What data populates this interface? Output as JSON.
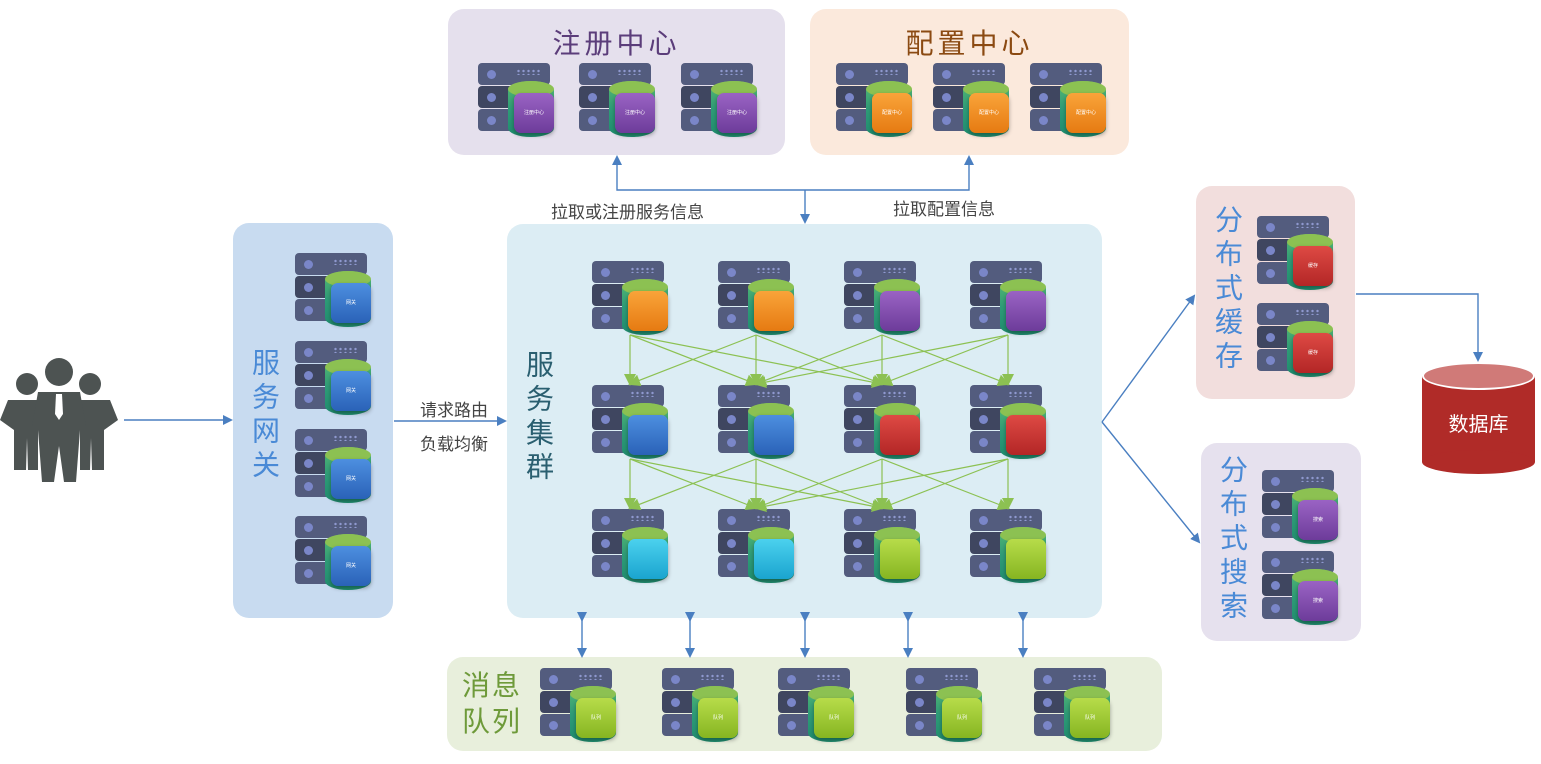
{
  "title": "微服务架构图",
  "registry": {
    "title": "注册中心",
    "color": "#5b3d7a",
    "bg": "#e5e0ed",
    "servers": [
      {
        "chip": "purple",
        "label": "注册中心"
      },
      {
        "chip": "purple",
        "label": "注册中心"
      },
      {
        "chip": "purple",
        "label": "注册中心"
      }
    ]
  },
  "config": {
    "title": "配置中心",
    "color": "#8b4a12",
    "bg": "#fbe9dc",
    "servers": [
      {
        "chip": "orange",
        "label": "配置中心"
      },
      {
        "chip": "orange",
        "label": "配置中心"
      },
      {
        "chip": "orange",
        "label": "配置中心"
      }
    ]
  },
  "edges_labels": {
    "pull_register": "拉取或注册服务信息",
    "pull_config": "拉取配置信息",
    "routing": "请求路由",
    "load_balance": "负载均衡"
  },
  "users": {
    "icon": "users-group-icon"
  },
  "gateway": {
    "title": "服务网关",
    "bg": "#c8dbf0",
    "color": "#4a8ad6",
    "servers": [
      {
        "chip": "blue",
        "label": "网关"
      },
      {
        "chip": "blue",
        "label": "网关"
      },
      {
        "chip": "blue",
        "label": "网关"
      },
      {
        "chip": "blue",
        "label": "网关"
      }
    ]
  },
  "cluster": {
    "title": "服务集群",
    "bg": "#dcedf4",
    "color": "#2a5f70",
    "rows": [
      [
        "orange",
        "orange",
        "purple",
        "purple"
      ],
      [
        "blue",
        "blue",
        "red",
        "red"
      ],
      [
        "cyan",
        "cyan",
        "lime",
        "lime"
      ]
    ]
  },
  "cache": {
    "title": "分布式缓存",
    "bg": "#f2dedd",
    "color": "#4a8ad6",
    "servers": [
      {
        "chip": "red",
        "label": "缓存"
      },
      {
        "chip": "red",
        "label": "缓存"
      }
    ]
  },
  "search": {
    "title": "分布式搜索",
    "bg": "#e6e1ee",
    "color": "#4a8ad6",
    "servers": [
      {
        "chip": "purple",
        "label": "搜索"
      },
      {
        "chip": "purple",
        "label": "搜索"
      }
    ]
  },
  "database": {
    "label": "数据库"
  },
  "mq": {
    "title": "消息队列",
    "bg": "#e8efdc",
    "color": "#6e9a3a",
    "servers": [
      {
        "chip": "lime",
        "label": "队列"
      },
      {
        "chip": "lime",
        "label": "队列"
      },
      {
        "chip": "lime",
        "label": "队列"
      },
      {
        "chip": "lime",
        "label": "队列"
      },
      {
        "chip": "lime",
        "label": "队列"
      }
    ]
  },
  "colors": {
    "arrow_blue": "#4a7fc1",
    "arrow_green": "#8cc152"
  }
}
